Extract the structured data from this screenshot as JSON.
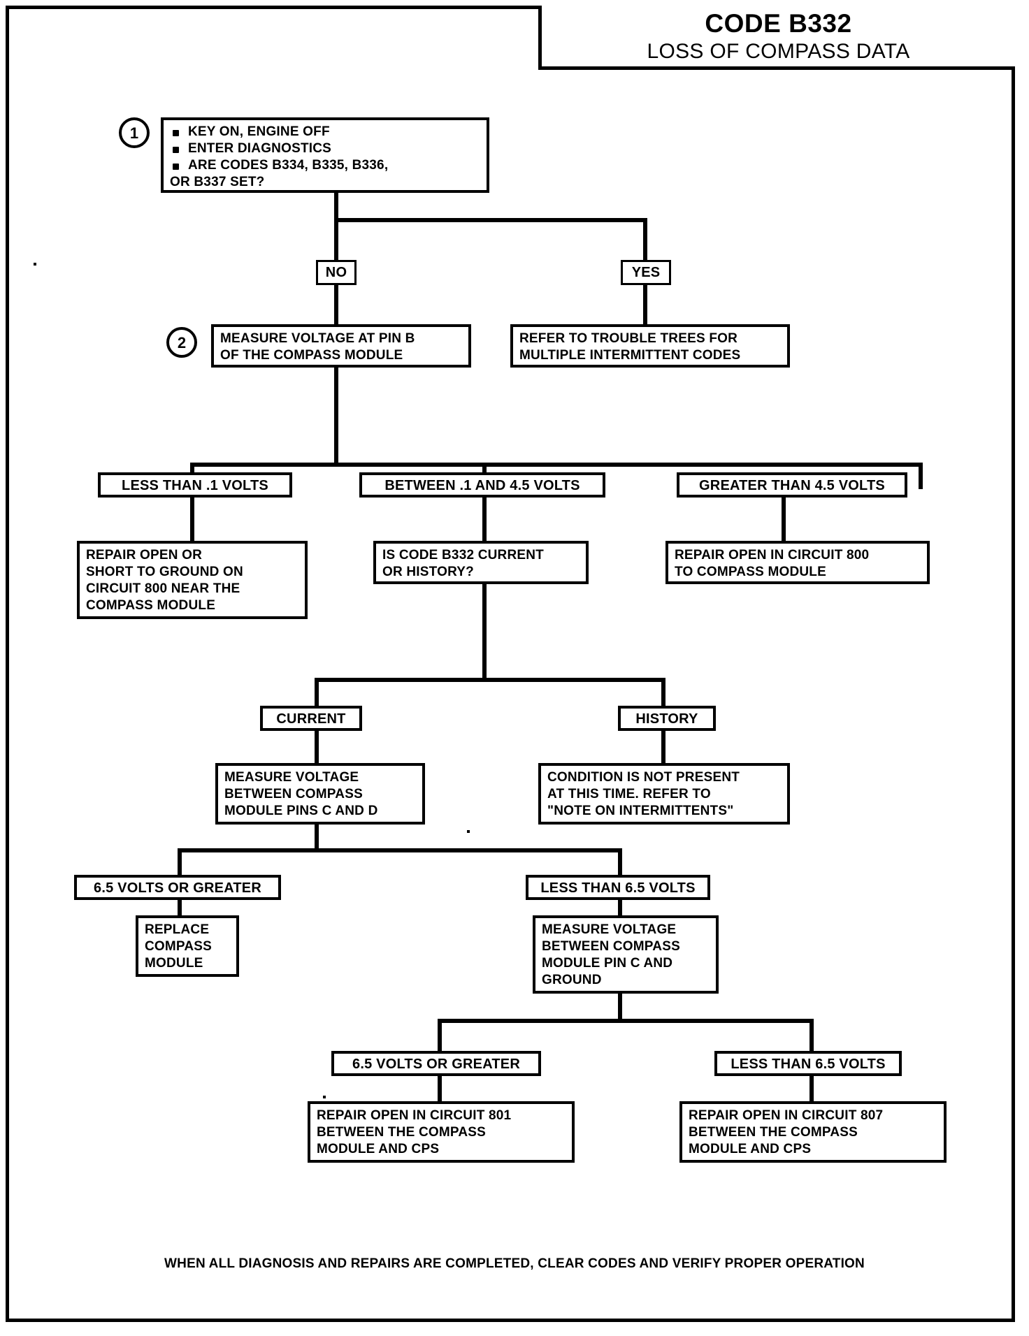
{
  "title": {
    "code": "CODE B332",
    "description": "LOSS OF COMPASS DATA"
  },
  "steps": {
    "step1_number": "1",
    "step2_number": "2"
  },
  "nodes": {
    "step1": {
      "bullet1": "KEY ON, ENGINE OFF",
      "bullet2": "ENTER DIAGNOSTICS",
      "bullet3": "ARE CODES B334, B335, B336,",
      "bullet3_cont": "OR B337 SET?"
    },
    "no_label": "NO",
    "yes_label": "YES",
    "step2": {
      "line1": "MEASURE VOLTAGE AT PIN B",
      "line2": "OF THE COMPASS MODULE"
    },
    "refer_trouble_trees": {
      "line1": "REFER TO TROUBLE TREES FOR",
      "line2": "MULTIPLE INTERMITTENT CODES"
    },
    "less_than_point1": "LESS THAN .1 VOLTS",
    "between_point1_and_4_5": "BETWEEN .1 AND 4.5 VOLTS",
    "greater_than_4_5": "GREATER THAN 4.5 VOLTS",
    "repair_open_short_ground": {
      "line1": "REPAIR OPEN OR",
      "line2": "SHORT TO GROUND ON",
      "line3": "CIRCUIT 800 NEAR THE",
      "line4": "COMPASS MODULE"
    },
    "is_code_current_or_history": {
      "line1": "IS CODE B332 CURRENT",
      "line2": "OR HISTORY?"
    },
    "repair_open_circuit_800": {
      "line1": "REPAIR OPEN IN CIRCUIT 800",
      "line2": "TO COMPASS MODULE"
    },
    "current_label": "CURRENT",
    "history_label": "HISTORY",
    "measure_pins_c_and_d": {
      "line1": "MEASURE VOLTAGE",
      "line2": "BETWEEN COMPASS",
      "line3": "MODULE PINS C AND D"
    },
    "condition_not_present": {
      "line1": "CONDITION IS NOT PRESENT",
      "line2": "AT THIS TIME. REFER TO",
      "line3": "\"NOTE ON INTERMITTENTS\""
    },
    "six_five_or_greater_a": "6.5 VOLTS OR GREATER",
    "less_than_six_five_a": "LESS THAN 6.5 VOLTS",
    "replace_compass_module": {
      "line1": "REPLACE",
      "line2": "COMPASS",
      "line3": "MODULE"
    },
    "measure_pin_c_and_ground": {
      "line1": "MEASURE VOLTAGE",
      "line2": "BETWEEN COMPASS",
      "line3": "MODULE PIN C AND",
      "line4": "GROUND"
    },
    "six_five_or_greater_b": "6.5 VOLTS OR GREATER",
    "less_than_six_five_b": "LESS THAN 6.5 VOLTS",
    "repair_open_circuit_801": {
      "line1": "REPAIR OPEN IN CIRCUIT 801",
      "line2": "BETWEEN THE COMPASS",
      "line3": "MODULE AND CPS"
    },
    "repair_open_circuit_807": {
      "line1": "REPAIR OPEN IN CIRCUIT 807",
      "line2": "BETWEEN THE COMPASS",
      "line3": "MODULE AND CPS"
    }
  },
  "footer": {
    "note": "WHEN ALL DIAGNOSIS AND REPAIRS ARE COMPLETED, CLEAR CODES AND VERIFY PROPER OPERATION"
  },
  "colors": {
    "ink": "#000000",
    "paper": "#ffffff"
  }
}
